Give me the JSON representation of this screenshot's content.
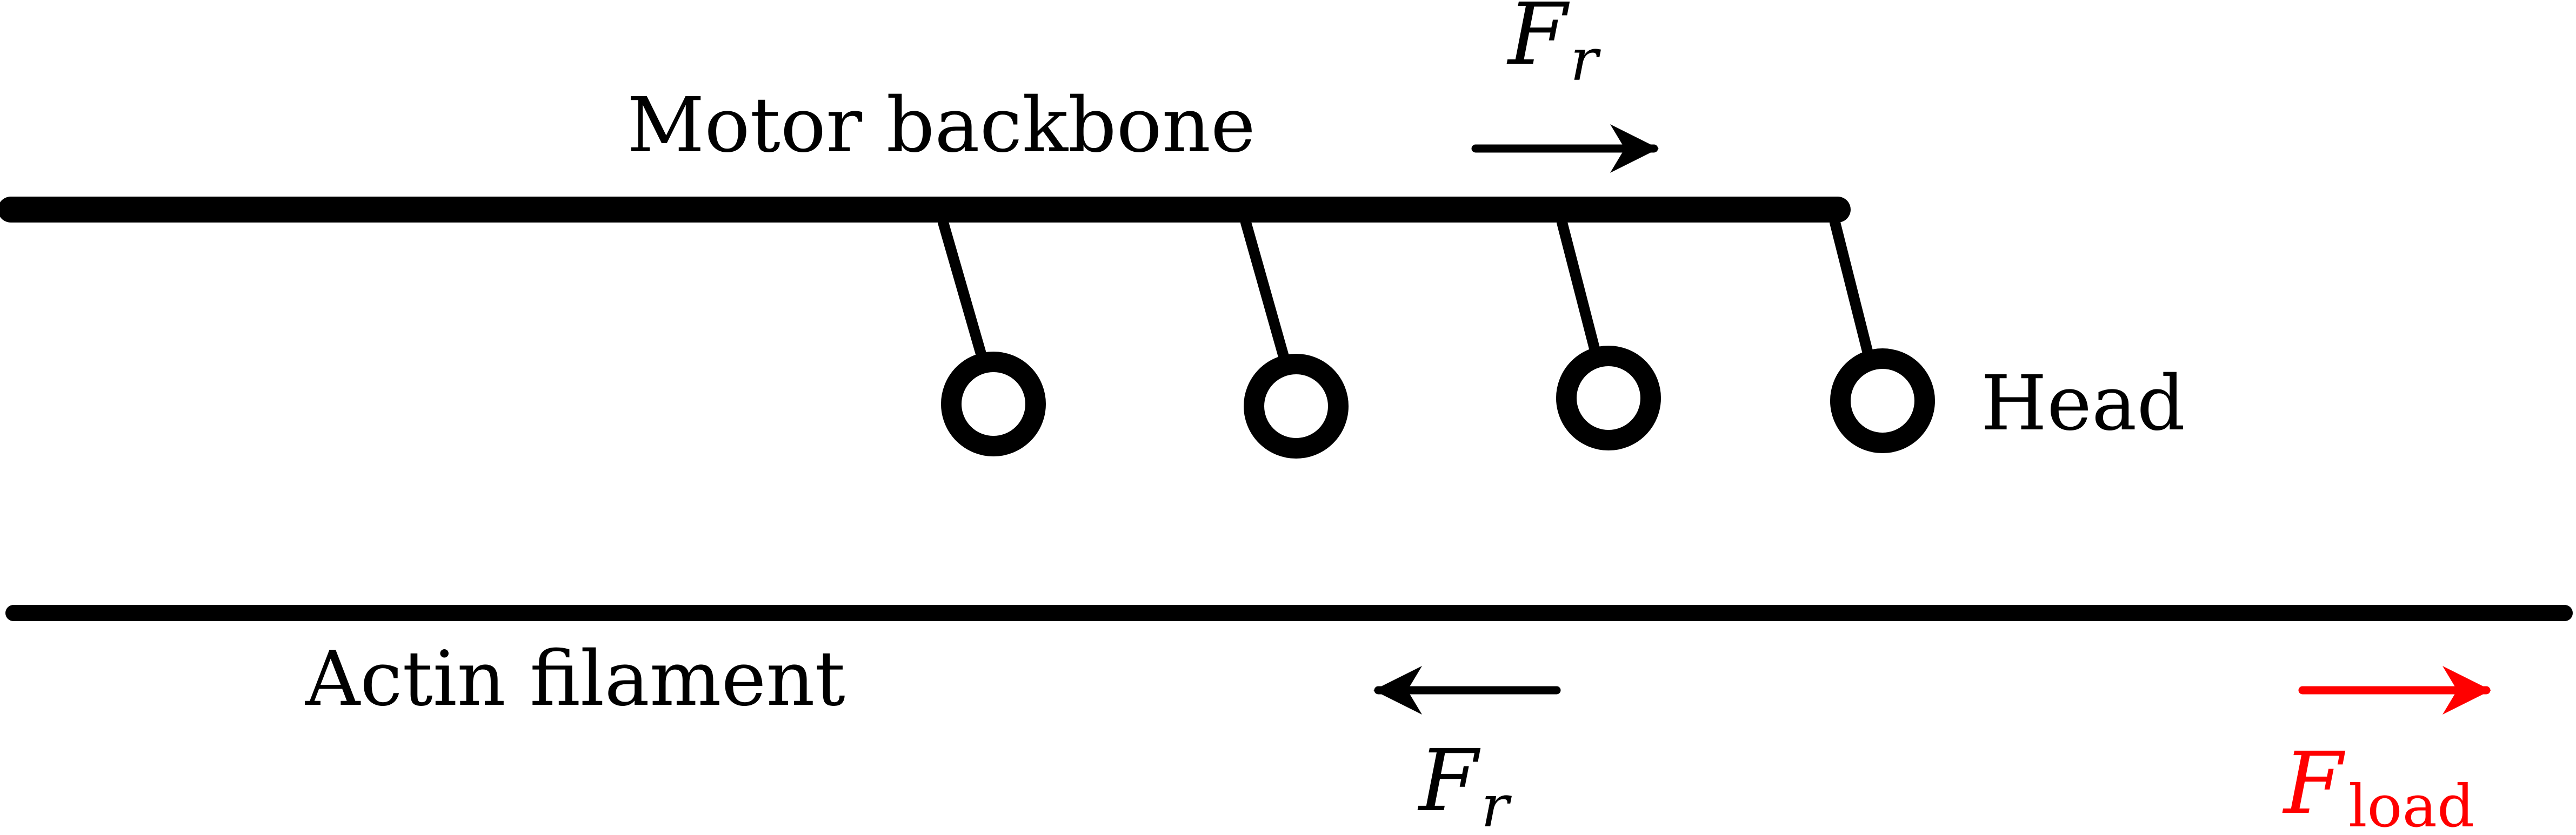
{
  "labels": {
    "motor_backbone": "Motor backbone",
    "head": "Head",
    "actin_filament": "Actin filament"
  },
  "forces": {
    "top": {
      "symbol": "F",
      "subscript": "r"
    },
    "bottom": {
      "symbol": "F",
      "subscript": "r"
    },
    "load": {
      "symbol": "F",
      "subscript": "load"
    }
  },
  "colors": {
    "ink": "#000000",
    "load": "#ff0000"
  }
}
